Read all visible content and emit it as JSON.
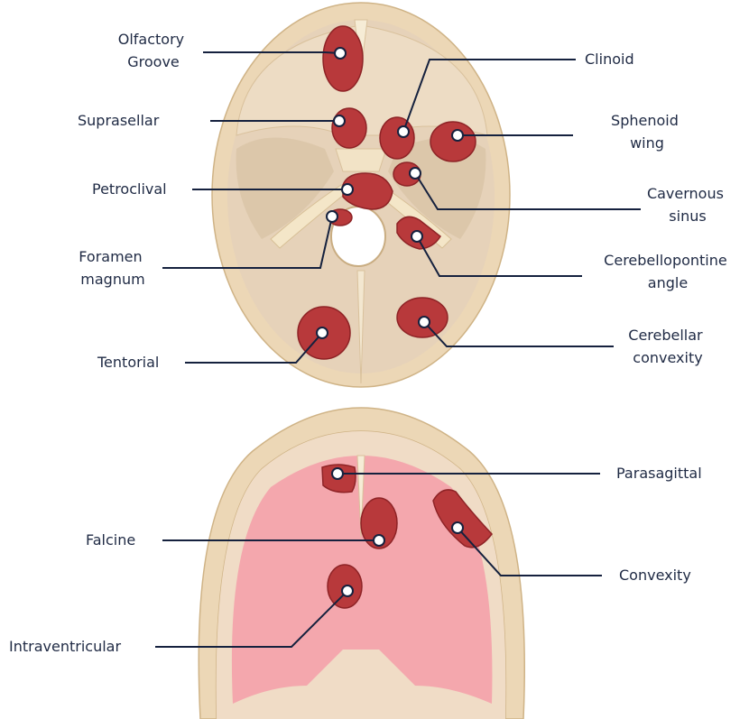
{
  "axial_view": {
    "labels": {
      "olfactory_groove": [
        "Olfactory",
        "Groove"
      ],
      "clinoid": "Clinoid",
      "suprasellar": "Suprasellar",
      "sphenoid_wing": [
        "Sphenoid",
        "wing"
      ],
      "petroclival": "Petroclival",
      "cavernous_sinus": [
        "Cavernous",
        "sinus"
      ],
      "foramen_magnum": [
        "Foramen",
        "magnum"
      ],
      "cerebellopontine_angle": [
        "Cerebellopontine",
        "angle"
      ],
      "tentorial": "Tentorial",
      "cerebellar_convexity": [
        "Cerebellar",
        "convexity"
      ]
    }
  },
  "coronal_view": {
    "labels": {
      "parasagittal": "Parasagittal",
      "falcine": "Falcine",
      "convexity": "Convexity",
      "intraventricular": "Intraventricular"
    }
  },
  "colors": {
    "bone": "#f1dfc4",
    "bone_edge": "#d8bf98",
    "fossa": "#e8d6bd",
    "tumor": "#b8393b",
    "brain": "#f4a7ad",
    "leader_line": "#15213e",
    "text": "#1f2a44"
  }
}
